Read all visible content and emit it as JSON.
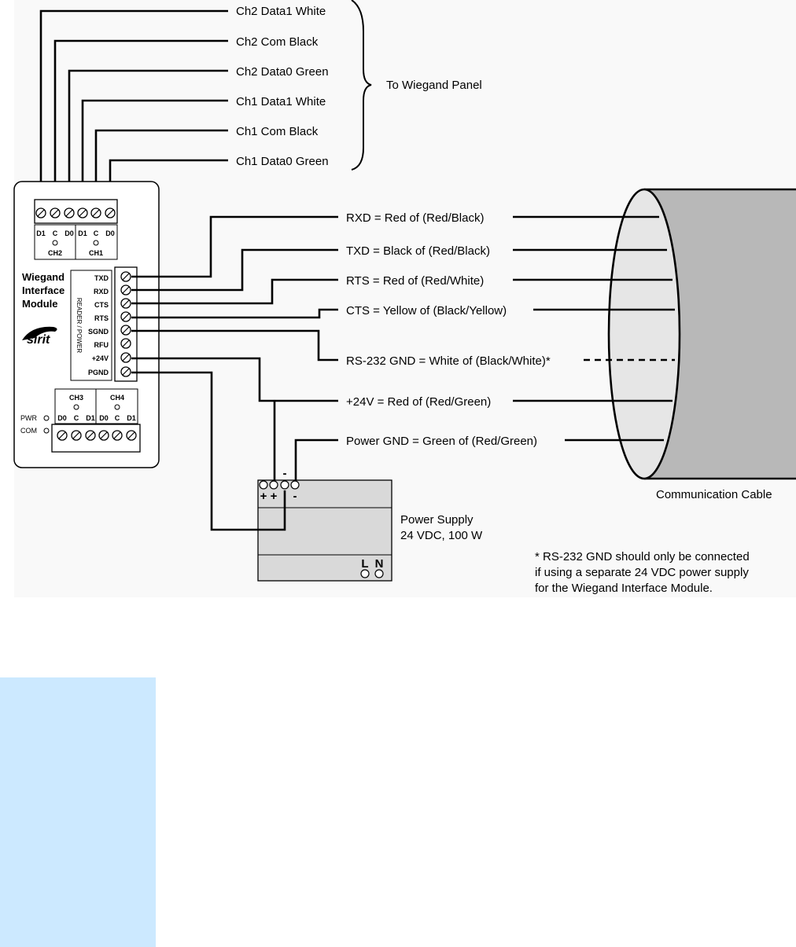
{
  "wiegand_wires": [
    "Ch2  Data1 White",
    "Ch2  Com Black",
    "Ch2  Data0 Green",
    "Ch1  Data1 White",
    "Ch1  Com Black",
    "Ch1  Data0 Green"
  ],
  "panel_label": "To Wiegand Panel",
  "module": {
    "name_lines": [
      "Wiegand",
      "Interface",
      "Module"
    ],
    "logo_text": "sirit",
    "top_terminals": [
      "D1",
      "C",
      "D0",
      "D1",
      "C",
      "D0"
    ],
    "top_channels": [
      "CH2",
      "CH1"
    ],
    "side_terminals": [
      "TXD",
      "RXD",
      "CTS",
      "RTS",
      "SGND",
      "RFU",
      "+24V",
      "PGND"
    ],
    "side_group_label": "READER / POWER",
    "bottom_channels": [
      "CH3",
      "CH4"
    ],
    "bottom_terminals": [
      "D0",
      "C",
      "D1",
      "D0",
      "C",
      "D1"
    ],
    "status_leds": [
      "PWR",
      "COM"
    ]
  },
  "cable_wires": [
    "RXD = Red of (Red/Black)",
    "TXD = Black of (Red/Black)",
    "RTS = Red of (Red/White)",
    "CTS = Yellow of (Black/Yellow)",
    "RS-232 GND = White of (Black/White)*",
    "+24V = Red of (Red/Green)",
    "Power GND = Green of (Red/Green)"
  ],
  "cable_label": "Communication Cable",
  "power_supply": {
    "title": "Power Supply",
    "rating": "24 VDC, 100 W",
    "dc_terminals": [
      "+",
      "+",
      "-",
      "-"
    ],
    "ac_terminals": [
      "L",
      "N"
    ]
  },
  "footnote": [
    "* RS-232 GND should only be connected",
    "if using a separate 24 VDC power supply",
    "for the Wiegand Interface Module."
  ]
}
